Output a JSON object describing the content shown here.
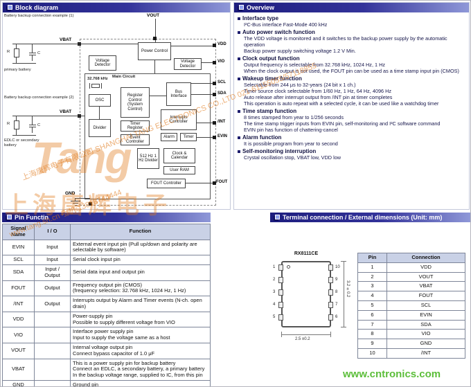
{
  "colors": {
    "header_navy": "#1d1d7e",
    "table_header_blue": "#c9d1e6",
    "watermark_orange": "#e07818",
    "link_green": "#5cbe3a"
  },
  "icons": {
    "section_marker": "double-square",
    "bullet": "square"
  },
  "block_diagram": {
    "title": "Block diagram",
    "notes": {
      "example1": "Battery backup connection example (1)",
      "example2": "Battery backup connection example (2)",
      "primary_battery": "primary battery",
      "edlc": "EDLC or secondary battery",
      "r": "R",
      "c": "C",
      "xtal": "32.768 kHz",
      "main_circuit": "Main Circuit"
    },
    "pins": {
      "vout": "VOUT",
      "vdd": "VDD",
      "vio": "VIO",
      "scl": "SCL",
      "sda": "SDA",
      "int": "/INT",
      "evin": "EVIN",
      "fout": "FOUT",
      "vbat1": "VBAT",
      "vbat2": "VBAT",
      "gnd": "GND"
    },
    "blocks": {
      "power_control": "Power Control",
      "voltage_detector1": "Voltage Detector",
      "voltage_detector2": "Voltage Detector",
      "osc": "OSC",
      "divider_small": "Divider",
      "register_control": "Register Control (System Control)",
      "bus_interface": "Bus Interface",
      "timer_register": "Timer Register",
      "event_controller": "Event Controller",
      "interrupts_controller": "Interrupts Controller",
      "alarm": "Alarm",
      "timer": "Timer",
      "divider_512": "512 Hz 1 Hz Divider",
      "clock_calendar": "Clock & Calendar",
      "user_ram": "User RAM",
      "fout_controller": "FOUT Controller"
    }
  },
  "overview": {
    "title": "Overview",
    "items": [
      {
        "t": "Interface type",
        "lines": [
          "I²C-Bus interface Fast-Mode 400 kHz"
        ]
      },
      {
        "t": "Auto power switch function",
        "lines": [
          "The VDD voltage is monitored and it switches to the backup power supply by the automatic operation",
          "Backup power supply switching voltage 1.2 V Min."
        ]
      },
      {
        "t": "Clock output function",
        "lines": [
          "Output frequency is selectable from 32.768 kHz, 1024 Hz, 1 Hz",
          "When the clock output is not used, the FOUT pin can be used as a time stamp input pin (CMOS)"
        ]
      },
      {
        "t": "Wakeup timer function",
        "lines": [
          "Selectable from 244 μs to 32-years (24 bit x 1 ch.)",
          "Timer source clock selectable from 1/60 Hz, 1 Hz, 64 Hz, 4096 Hz",
          "Auto release after interrupt output from /INT pin at timer completes",
          "This operation is auto repeat with a selected cycle, it can be used like a watchdog timer"
        ]
      },
      {
        "t": "Time stamp function",
        "lines": [
          "8 times stamped from year to 1/256 seconds",
          "The time stamp trigger inputs from EVIN pin, self-monitoring and I²C software command",
          "EVIN pin has function of chattering-cancel"
        ]
      },
      {
        "t": "Alarm function",
        "lines": [
          "It is possible program from year to second"
        ]
      },
      {
        "t": "Self-monitoring interruption",
        "lines": [
          "Crystal oscillation stop, VBAT low, VDD low"
        ]
      }
    ]
  },
  "pin_function": {
    "title": "Pin Functin",
    "headers": [
      "Signal Name",
      "I / O",
      "Function"
    ],
    "rows": [
      {
        "signal": "EVIN",
        "io": "Input",
        "func": "External event input pin (Pull up/down and polarity are selectable by software)"
      },
      {
        "signal": "SCL",
        "io": "Input",
        "func": "Serial clock input pin"
      },
      {
        "signal": "SDA",
        "io": "Input / Output",
        "func": "Serial data input and output pin"
      },
      {
        "signal": "FOUT",
        "io": "Output",
        "func": "Frequency output pin (CMOS)\n(frequency selection: 32.768 kHz, 1024 Hz, 1 Hz)"
      },
      {
        "signal": "/INT",
        "io": "Output",
        "func": "Interrupts output by Alarm and Timer events (N-ch. open drain)"
      },
      {
        "signal": "VDD",
        "io": "",
        "func": "Power-supply pin\nPossible to supply different voltage from VIO"
      },
      {
        "signal": "VIO",
        "io": "",
        "func": "Interface power supply pin\nInput to supply the voltage same as a host"
      },
      {
        "signal": "VOUT",
        "io": "",
        "func": "Internal voltage output pin\nConnect bypass capacitor of 1.0 μF"
      },
      {
        "signal": "VBAT",
        "io": "",
        "func": "This is a power supply pin for backup battery\nConnect an EDLC, a secondary battery, a primary battery\nIn the backup voltage range, supplied to IC, from this pin"
      },
      {
        "signal": "GND",
        "io": "",
        "func": "Ground pin"
      }
    ]
  },
  "terminal": {
    "title": "Terminal connection / External dimensions (Unit: mm)",
    "part": "RX8111CE",
    "dim_width": "2.5 ±0.2",
    "dim_height": "3.2 ±0.2",
    "headers": [
      "Pin",
      "Connection"
    ],
    "rows": [
      [
        "1",
        "VDD"
      ],
      [
        "2",
        "VOUT"
      ],
      [
        "3",
        "VBAT"
      ],
      [
        "4",
        "FOUT"
      ],
      [
        "5",
        "SCL"
      ],
      [
        "6",
        "EVIN"
      ],
      [
        "7",
        "SDA"
      ],
      [
        "8",
        "VIO"
      ],
      [
        "9",
        "GND"
      ],
      [
        "10",
        "/INT"
      ]
    ],
    "left_pins": [
      "1",
      "2",
      "3",
      "4",
      "5"
    ],
    "right_pins": [
      "10",
      "9",
      "8",
      "7",
      "6"
    ]
  },
  "watermark": {
    "logo_text": "Tang",
    "big_cn": "上海唐辉电子",
    "line1": "上海唐辉电子有限公司  SHANGHAI TANG ELECTRONICS CO.,LTD  021-61155055/57118855",
    "line2": "www.tang.sh.cn  手机:13818744444",
    "site_url": "www.cntronics.com"
  }
}
